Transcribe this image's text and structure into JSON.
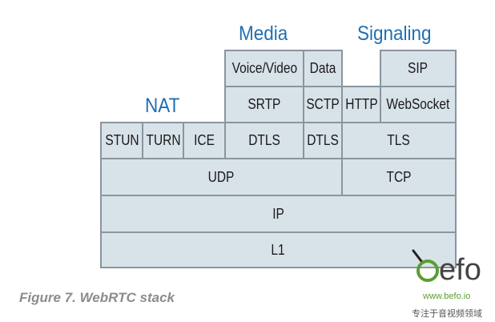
{
  "groups": {
    "media": "Media",
    "signaling": "Signaling",
    "nat": "NAT"
  },
  "cells": {
    "voice_video": "Voice/Video",
    "data": "Data",
    "sip": "SIP",
    "srtp": "SRTP",
    "sctp": "SCTP",
    "http": "HTTP",
    "websocket": "WebSocket",
    "stun": "STUN",
    "turn": "TURN",
    "ice": "ICE",
    "dtls_media": "DTLS",
    "dtls_data": "DTLS",
    "tls": "TLS",
    "udp": "UDP",
    "tcp": "TCP",
    "ip": "IP",
    "l1": "L1"
  },
  "caption": "Figure 7. WebRTC stack",
  "watermark": {
    "logo": "efo",
    "url": "www.befo.io",
    "tagline": "专注于音视频领域"
  },
  "colors": {
    "cell_fill": "#d8e2e9",
    "cell_border": "#8a959e",
    "group_label": "#1f6fb2",
    "logo_green": "#5a9e2f"
  }
}
